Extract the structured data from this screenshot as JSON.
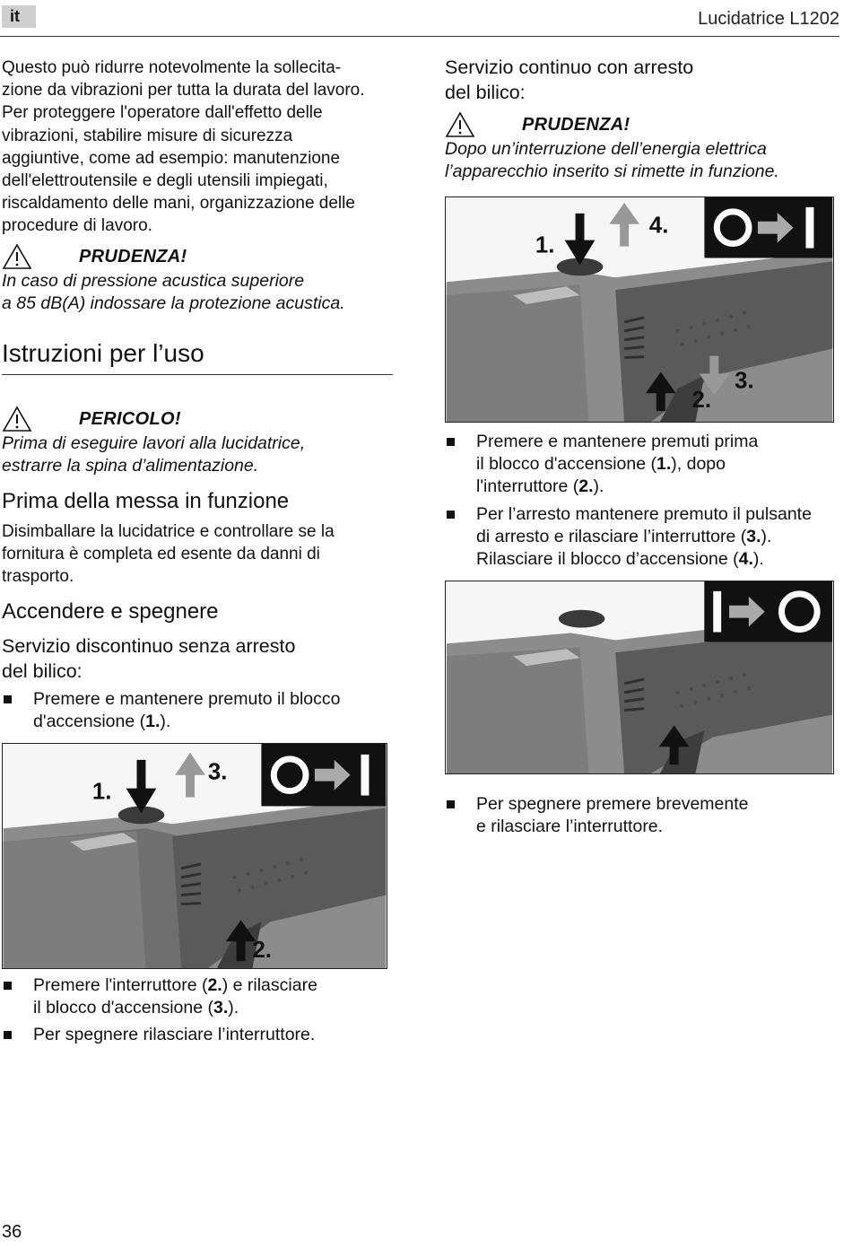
{
  "header": {
    "lang": "it",
    "title": "Lucidatrice L1202"
  },
  "left": {
    "intro": "Questo può ridurre notevolmente la sollecitazione da vibrazioni per tutta la durata del lavoro. Per proteggere l'operatore dall'effetto delle vibrazioni, stabilire misure di sicurezza aggiuntive, come ad esempio: manutenzione dell'elettroutensile e degli utensili impiegati, riscaldamento delle mani, organizzazione delle procedure di lavoro.",
    "intro_lines": [
      "Questo può ridurre notevolmente la sollecita-",
      "zione da vibrazioni per tutta la durata del lavoro.",
      "Per proteggere l'operatore dall'effetto delle",
      "vibrazioni, stabilire misure di sicurezza",
      "aggiuntive, come ad esempio: manutenzione",
      "dell'elettroutensile e degli utensili impiegati,",
      "riscaldamento delle mani, organizzazione delle",
      "procedure di lavoro."
    ],
    "warn1": {
      "label": "PRUDENZA!",
      "lines": [
        "In caso di pressione acustica superiore",
        "a 85 dB(A) indossare la protezione acustica."
      ]
    },
    "section_title": "Istruzioni per l’uso",
    "danger": {
      "label": "PERICOLO!",
      "lines": [
        "Prima di eseguire lavori alla lucidatrice,",
        "estrarre la spina d’alimentazione."
      ]
    },
    "h_first_use": "Prima della messa in funzione",
    "first_use_lines": [
      "Disimballare la lucidatrice e controllare se la",
      "fornitura è completa ed esente da danni di",
      "trasporto."
    ],
    "h_on_off": "Accendere e spegnere",
    "h_discontinuous": [
      "Servizio discontinuo senza arresto",
      "del bilico:"
    ],
    "bullets1": [
      {
        "pre": "Premere e mantenere premuto il blocco",
        "line2_pre": "d'accensione (",
        "b1": "1.",
        "post": ")."
      }
    ],
    "figure1": {
      "icon": "off-to-on-symbol",
      "labels": [
        "1.",
        "2.",
        "3."
      ]
    },
    "bullets2": [
      {
        "l1_pre": "Premere l'interruttore (",
        "l1_b": "2.",
        "l1_post": ") e rilasciare",
        "l2_pre": "il blocco d'accensione (",
        "l2_b": "3.",
        "l2_post": ")."
      },
      {
        "text": "Per spegnere rilasciare l’interruttore."
      }
    ],
    "page_number": "36"
  },
  "right": {
    "h_continuous": [
      "Servizio continuo con arresto",
      "del bilico:"
    ],
    "warn2": {
      "label": "PRUDENZA!",
      "lines": [
        "Dopo un’interruzione dell’energia elettrica",
        "l’apparecchio inserito si rimette in funzione."
      ]
    },
    "figure2": {
      "icon": "off-to-on-symbol",
      "labels": [
        "1.",
        "2.",
        "3.",
        "4."
      ]
    },
    "bullets3": [
      {
        "l1": "Premere e mantenere premuti prima",
        "l2_pre": "il blocco d'accensione (",
        "l2_b": "1.",
        "l2_post": "), dopo",
        "l3_pre": "l'interruttore (",
        "l3_b": "2.",
        "l3_post": ")."
      },
      {
        "l1": "Per l’arresto mantenere premuto il pulsante",
        "l2_pre": "di arresto e rilasciare l’interruttore (",
        "l2_b": "3.",
        "l2_post": ").",
        "l3_pre": "Rilasciare il blocco d’accensione (",
        "l3_b": "4.",
        "l3_post": ")."
      }
    ],
    "figure3": {
      "icon": "on-to-off-symbol"
    },
    "bullets4": [
      {
        "l1": "Per spegnere premere brevemente",
        "l2": "e rilasciare l’interruttore."
      }
    ]
  }
}
